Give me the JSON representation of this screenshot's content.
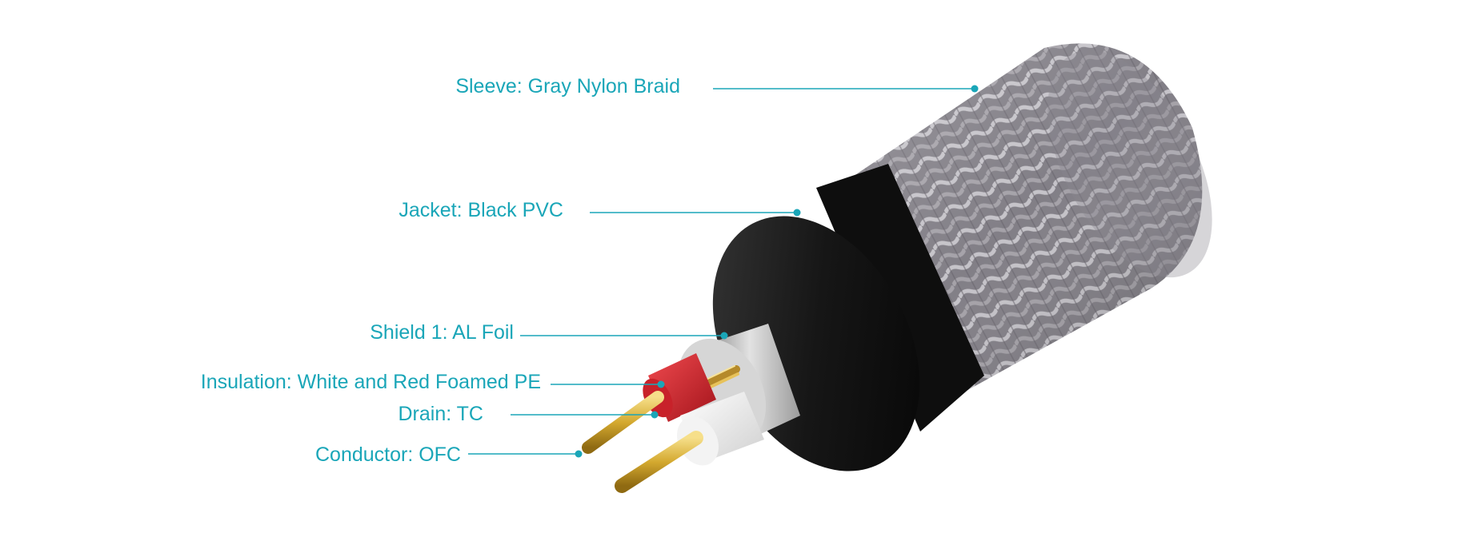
{
  "colors": {
    "accent": "#1aa6b8",
    "braid_base": "#7d7a80",
    "jacket": "#1b1b1b",
    "shield": "#b9b9b9",
    "insulation_red": "#d0242c",
    "insulation_white": "#eeeeee",
    "conductor_gold": "#d9b342"
  },
  "callouts": {
    "sleeve": "Sleeve: Gray Nylon Braid",
    "jacket": "Jacket: Black PVC",
    "shield": "Shield 1: AL Foil",
    "insulation": "Insulation: White and Red Foamed PE",
    "drain": "Drain: TC",
    "conductor": "Conductor: OFC"
  }
}
